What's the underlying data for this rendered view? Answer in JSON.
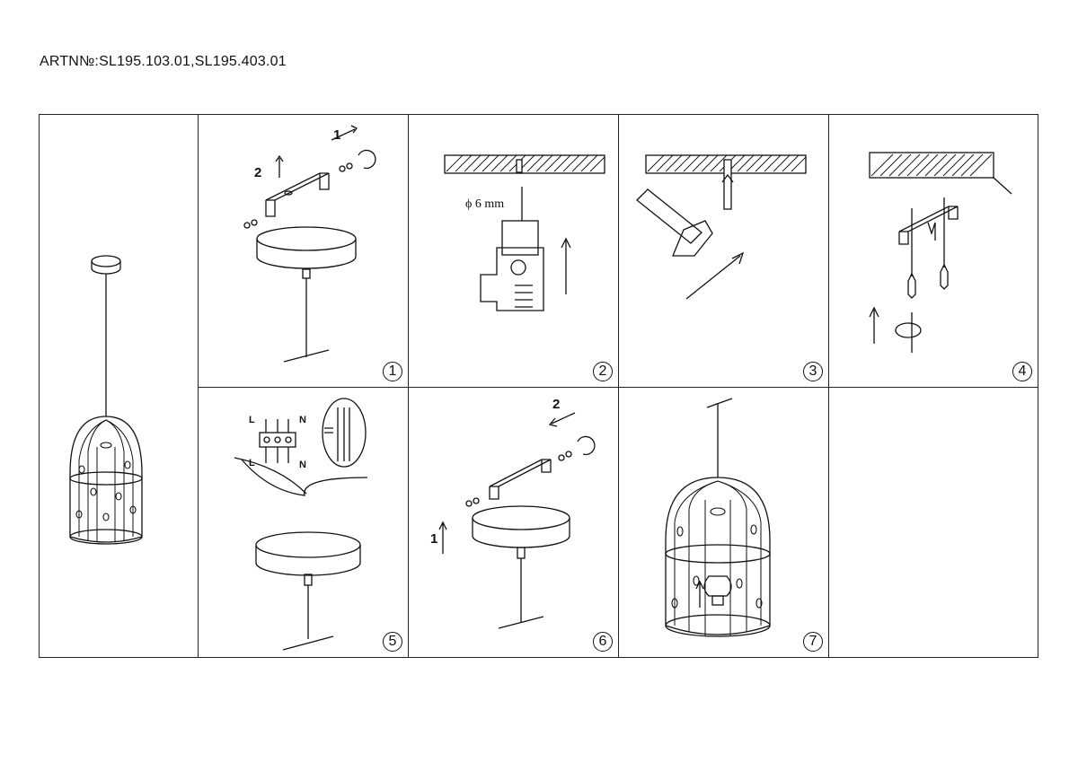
{
  "header": {
    "article": "ARTN№:SL195.103.01,SL195.403.01"
  },
  "steps": [
    {
      "number": "1",
      "labels": [
        "1",
        "2"
      ]
    },
    {
      "number": "2",
      "drill_size": "ϕ 6  mm"
    },
    {
      "number": "3"
    },
    {
      "number": "4"
    },
    {
      "number": "5",
      "wire_labels": [
        "L",
        "N",
        "L",
        "N"
      ]
    },
    {
      "number": "6",
      "labels": [
        "2",
        "1"
      ]
    },
    {
      "number": "7"
    }
  ],
  "icons": [
    "pendant-lamp-icon",
    "bracket-icon",
    "drill-icon",
    "hammer-icon",
    "screw-icon",
    "terminal-block-icon",
    "bulb-icon"
  ]
}
